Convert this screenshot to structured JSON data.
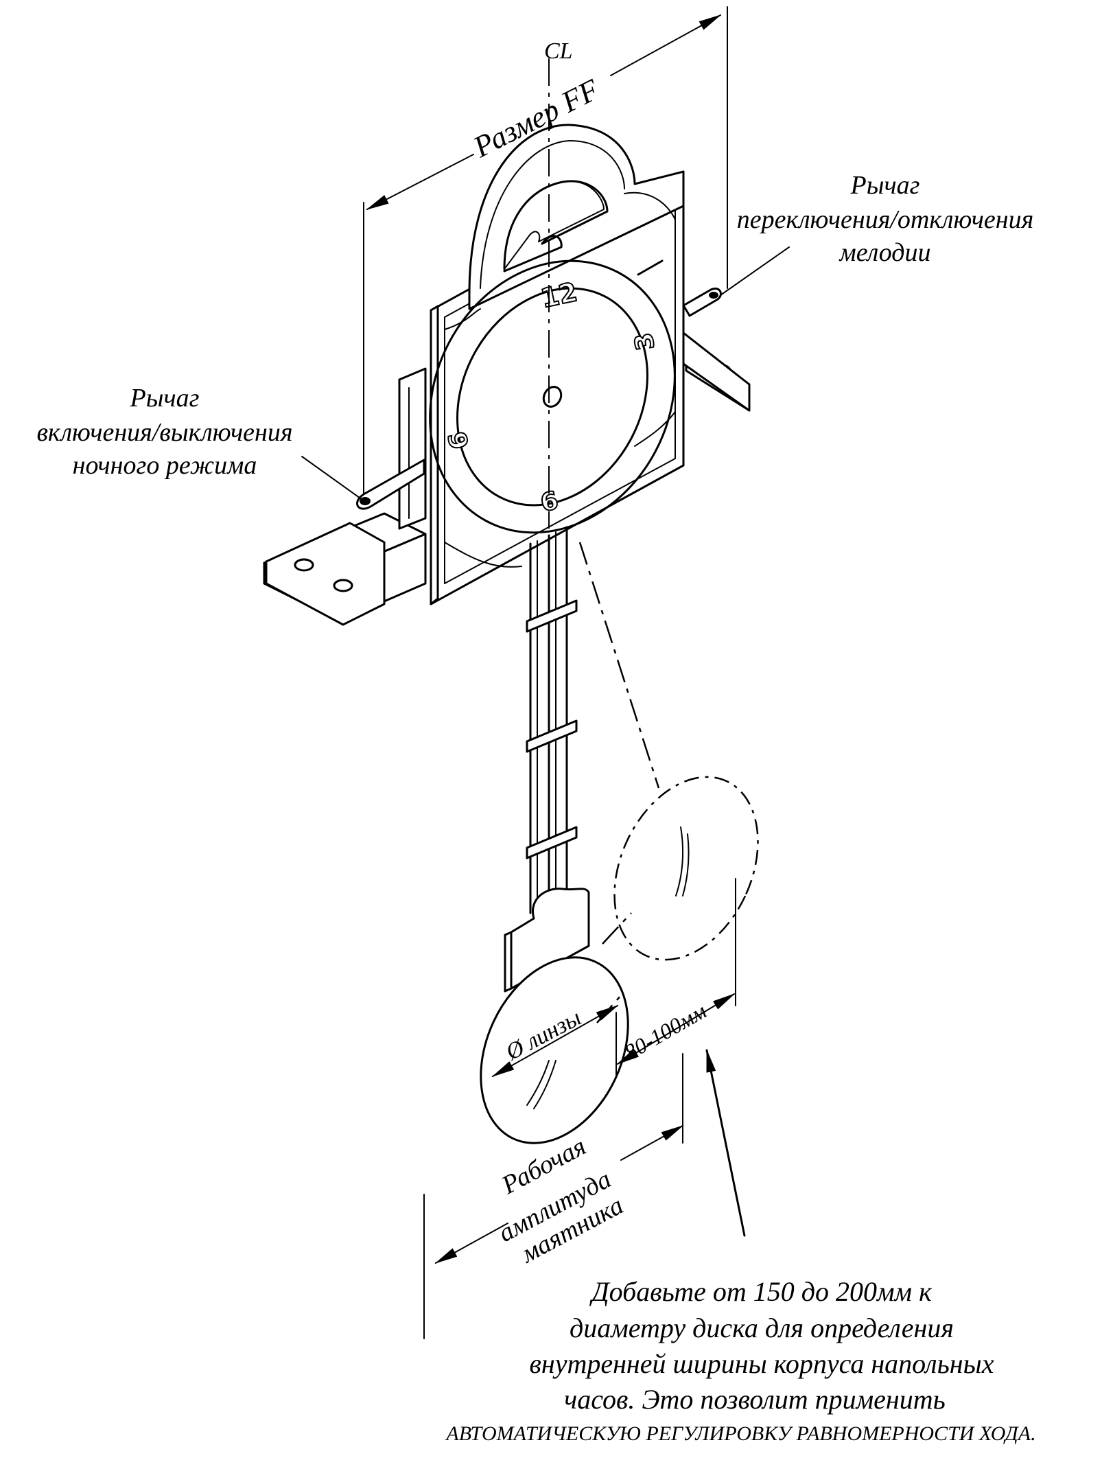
{
  "labels": {
    "size_ff": "Размер FF",
    "centerline": "CL",
    "melody_lever": [
      "Рычаг",
      "переключения/отключения",
      "мелодии"
    ],
    "night_lever": [
      "Рычаг",
      "включения/выключения",
      "ночного режима"
    ],
    "lens_diameter": "Ø линзы",
    "swing_gap": "80-100мм",
    "amplitude": [
      "Рабочая",
      "амплитуда",
      "маятника"
    ],
    "note": [
      "Добавьте от 150 до 200мм к",
      "диаметру диска для определения",
      "внутренней ширины корпуса напольных",
      "часов. Это позволит применить",
      "АВТОМАТИЧЕСКУЮ РЕГУЛИРОВКУ РАВНОМЕРНОСТИ ХОДА."
    ]
  },
  "dial": {
    "n12": "12",
    "n3": "3",
    "n6": "6",
    "n9": "9"
  }
}
